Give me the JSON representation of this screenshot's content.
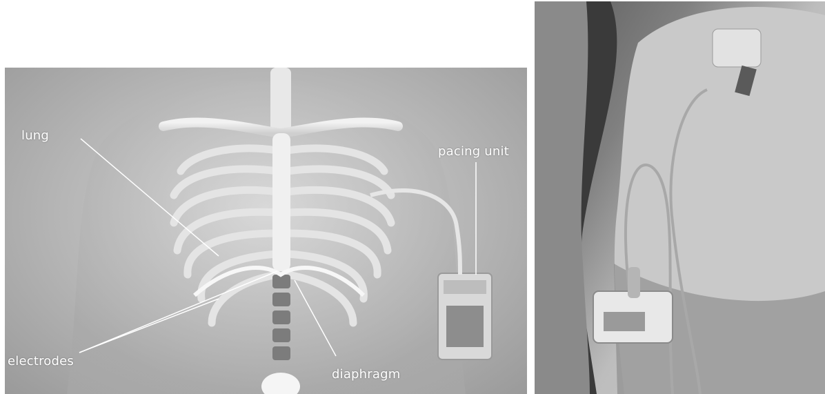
{
  "figure": {
    "labels": {
      "lung": "lung",
      "pacing_unit": "pacing unit",
      "electrodes": "electrodes",
      "diaphragm": "diaphragm"
    },
    "colors": {
      "label_text": "#ffffff",
      "leader_line": "#ffffff",
      "background": "#ffffff"
    }
  }
}
